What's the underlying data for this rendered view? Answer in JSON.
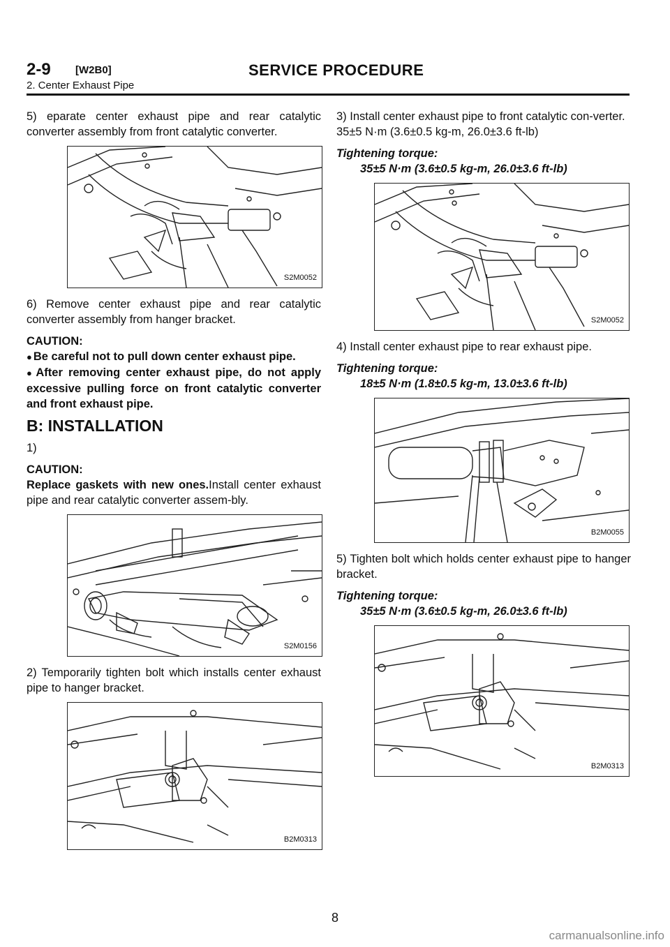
{
  "header": {
    "code": "2-9",
    "ref": "[W2B0]",
    "title": "SERVICE PROCEDURE",
    "subtitle": "2. Center Exhaust Pipe"
  },
  "left": {
    "step5": "5) eparate center exhaust pipe and rear catalytic converter assembly from front catalytic converter.",
    "fig1_code": "S2M0052",
    "step6": "6) Remove center exhaust pipe and rear catalytic converter assembly from hanger bracket.",
    "caution_label": "CAUTION:",
    "bullet": "●",
    "caution1": "Be careful not to pull down center exhaust pipe.",
    "caution2": "After removing center exhaust pipe, do not apply excessive pulling force on front catalytic converter and front exhaust pipe.",
    "section_heading": "B: INSTALLATION",
    "step1": "1)",
    "caution_label2": "CAUTION:",
    "caution_replace": "Replace gaskets with new ones.",
    "install_text": "Install center exhaust pipe and rear catalytic converter assem-bly.",
    "fig2_code": "S2M0156",
    "step2": "2) Temporarily tighten bolt which installs center exhaust pipe to hanger bracket.",
    "fig3_code": "B2M0313"
  },
  "right": {
    "step3": "3) Install center exhaust pipe to front catalytic con-verter.",
    "step3_torque": "35±5 N·m (3.6±0.5 kg-m, 26.0±3.6 ft-lb)",
    "torque_label1": "Tightening torque:",
    "torque_value1": "35±5 N·m (3.6±0.5 kg-m, 26.0±3.6 ft-lb)",
    "fig4_code": "S2M0052",
    "step4": "4) Install center exhaust pipe to rear exhaust pipe.",
    "torque_label2": "Tightening torque:",
    "torque_value2": "18±5 N·m (1.8±0.5 kg-m, 13.0±3.6 ft-lb)",
    "fig5_code": "B2M0055",
    "step5": "5) Tighten bolt which holds center exhaust pipe to hanger bracket.",
    "torque_label3": "Tightening torque:",
    "torque_value3": "35±5 N·m (3.6±0.5 kg-m, 26.0±3.6 ft-lb)",
    "fig6_code": "B2M0313"
  },
  "footer": {
    "page_number": "8",
    "watermark": "carmanualsonline.info"
  }
}
